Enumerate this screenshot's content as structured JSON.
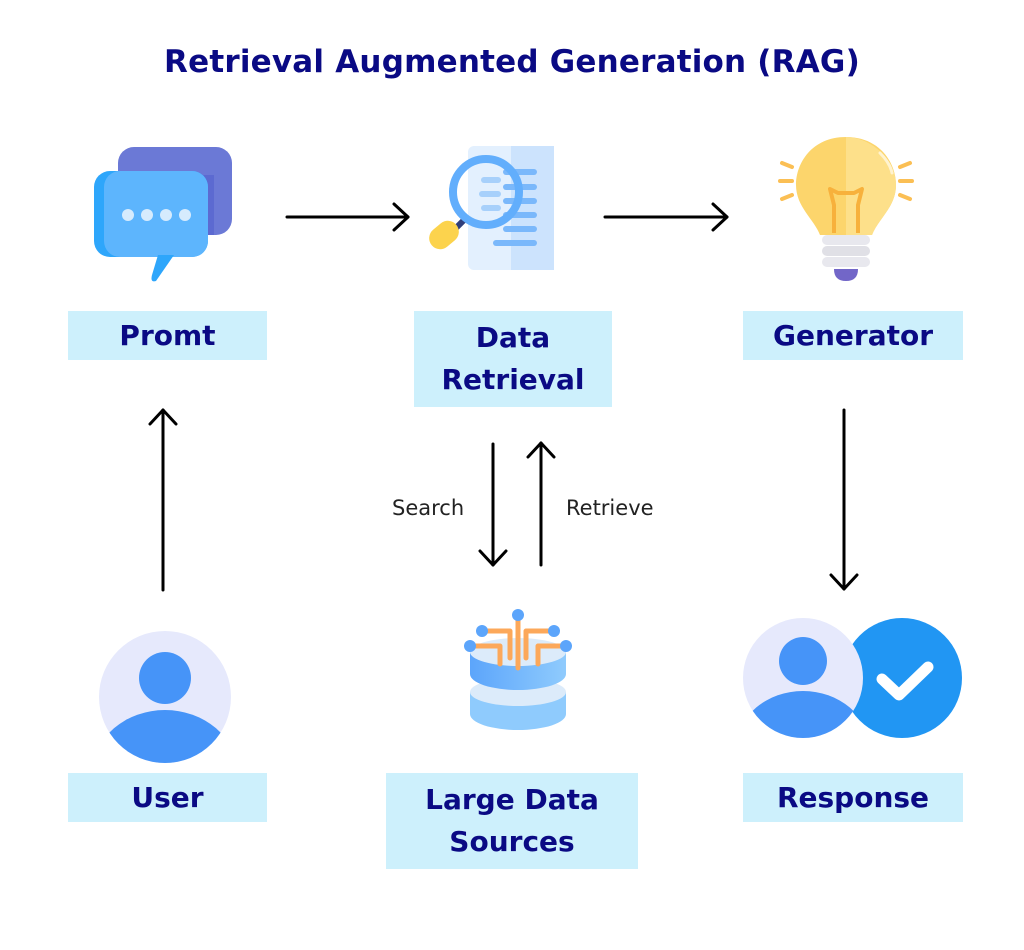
{
  "title": "Retrieval Augmented Generation (RAG)",
  "nodes": {
    "prompt": {
      "label": "Promt",
      "icon": "chat-bubbles-icon"
    },
    "data_retrieval": {
      "label_line1": "Data",
      "label_line2": "Retrieval",
      "icon": "document-search-icon"
    },
    "generator": {
      "label": "Generator",
      "icon": "lightbulb-icon"
    },
    "user": {
      "label": "User",
      "icon": "user-avatar-icon"
    },
    "large_data_sources": {
      "label_line1": "Large Data",
      "label_line2": "Sources",
      "icon": "database-icon"
    },
    "response": {
      "label": "Response",
      "icon": "user-check-icon"
    }
  },
  "edges": [
    {
      "from": "prompt",
      "to": "data_retrieval",
      "label": ""
    },
    {
      "from": "data_retrieval",
      "to": "generator",
      "label": ""
    },
    {
      "from": "generator",
      "to": "response",
      "label": ""
    },
    {
      "from": "user",
      "to": "prompt",
      "label": ""
    },
    {
      "from": "data_retrieval",
      "to": "large_data_sources",
      "label": "Search"
    },
    {
      "from": "large_data_sources",
      "to": "data_retrieval",
      "label": "Retrieve"
    }
  ],
  "edge_labels": {
    "search": "Search",
    "retrieve": "Retrieve"
  },
  "colors": {
    "title": "#0a0a84",
    "label_bg": "#cdf0fc",
    "arrow": "#000000",
    "accent_blue": "#4694f8",
    "check_blue": "#2196f3",
    "bulb_yellow": "#fdd57a"
  }
}
